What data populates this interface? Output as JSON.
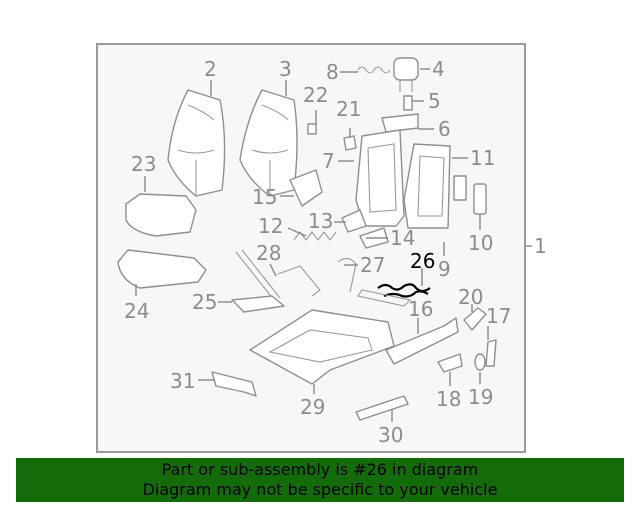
{
  "diagram": {
    "labels": {
      "l1": "1",
      "l2": "2",
      "l3": "3",
      "l4": "4",
      "l5": "5",
      "l6": "6",
      "l7": "7",
      "l8": "8",
      "l9": "9",
      "l10": "10",
      "l11": "11",
      "l12": "12",
      "l13": "13",
      "l14": "14",
      "l15": "15",
      "l16": "16",
      "l17": "17",
      "l18": "18",
      "l19": "19",
      "l20": "20",
      "l21": "21",
      "l22": "22",
      "l23": "23",
      "l24": "24",
      "l25": "25",
      "l26": "26",
      "l27": "27",
      "l28": "28",
      "l29": "29",
      "l30": "30",
      "l31": "31"
    },
    "highlighted_part": "26",
    "highlight_color": "#000000",
    "label_color": "#8c8c8c"
  },
  "banner": {
    "line1": "Part or sub-assembly is #26 in diagram",
    "line2": "Diagram may not be specific to your vehicle",
    "background": "#136b0a"
  }
}
